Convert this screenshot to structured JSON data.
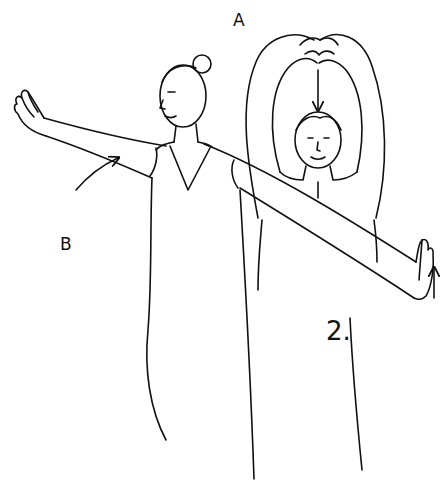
{
  "diagram": {
    "labels": [
      "A",
      "B",
      "2."
    ]
  }
}
